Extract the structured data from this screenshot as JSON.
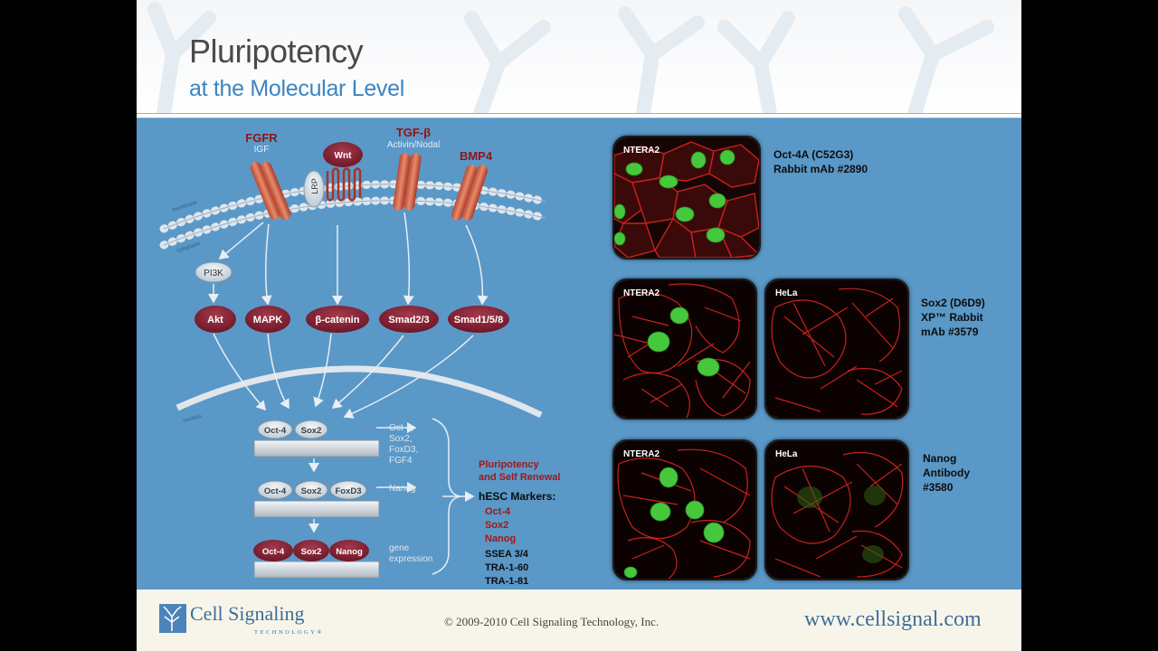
{
  "slide": {
    "title_line1": "Pluripotency",
    "title_line2": "at the Molecular Level"
  },
  "pathway": {
    "receptors": {
      "fgfr": "FGFR",
      "igf": "IGF",
      "wnt": "Wnt",
      "lrp": "LRP",
      "tgfb": "TGF-β",
      "activin_nodal": "Activin/Nodal",
      "bmp4": "BMP4"
    },
    "membrane_labels": {
      "membrane": "membrane",
      "cytoplasm": "cytoplasm",
      "nucleus": "nucleus"
    },
    "pi3k": "PI3K",
    "effectors": [
      "Akt",
      "MAPK",
      "β-catenin",
      "Smad2/3",
      "Smad1/5/8"
    ],
    "gene_rows": [
      {
        "factors": [
          "Oct-4",
          "Sox2"
        ],
        "targets": [
          "Oct-4,",
          "Sox2,",
          "FoxD3,",
          "FGF4"
        ]
      },
      {
        "factors": [
          "Oct-4",
          "Sox2",
          "FoxD3"
        ],
        "targets": [
          "Nanog"
        ]
      },
      {
        "factors": [
          "Oct-4",
          "Sox2",
          "Nanog"
        ],
        "targets": [
          "gene",
          "expression"
        ]
      }
    ],
    "outcome_title": [
      "Pluripotency",
      "and Self Renewal"
    ],
    "hesc_label": "hESC Markers:",
    "hesc_red_markers": [
      "Oct-4",
      "Sox2",
      "Nanog"
    ],
    "hesc_black_markers": [
      "SSEA 3/4",
      "TRA-1-60",
      "TRA-1-81"
    ]
  },
  "images": {
    "oct4": {
      "label": "NTERA2",
      "antibody": [
        "Oct-4A (C52G3)",
        "Rabbit mAb #2890"
      ]
    },
    "sox2": {
      "label_a": "NTERA2",
      "label_b": "HeLa",
      "antibody": [
        "Sox2 (D6D9)",
        "XP™ Rabbit",
        "mAb #3579"
      ]
    },
    "nanog": {
      "label_a": "NTERA2",
      "label_b": "HeLa",
      "antibody": [
        "Nanog",
        "Antibody",
        "#3580"
      ]
    }
  },
  "footer": {
    "company": "Cell Signaling",
    "company_sub": "TECHNOLOGY®",
    "copyright": "© 2009-2010 Cell Signaling Technology, Inc.",
    "website": "www.cellsignal.com"
  },
  "colors": {
    "panel_blue": "#5a98c8",
    "effector_red": "#7e1d2e",
    "title_blue": "#3d84c0",
    "marker_red": "#a01818"
  }
}
